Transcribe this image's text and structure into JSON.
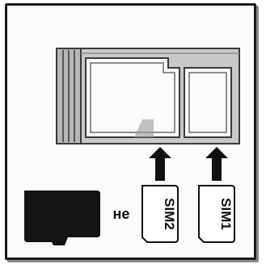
{
  "labels": {
    "not_label": "не",
    "sim2": "SIM2",
    "sim1": "SIM1"
  },
  "colors": {
    "tray_fill": "#c9c9c9",
    "tray_stroke": "#3a3a3a",
    "ink": "#111111",
    "microsd": "#141414",
    "card_bg": "#ffffff"
  },
  "icons": [
    "sim-tray-icon",
    "arrow-up-icon",
    "microsd-card-icon",
    "sim-card-icon"
  ]
}
